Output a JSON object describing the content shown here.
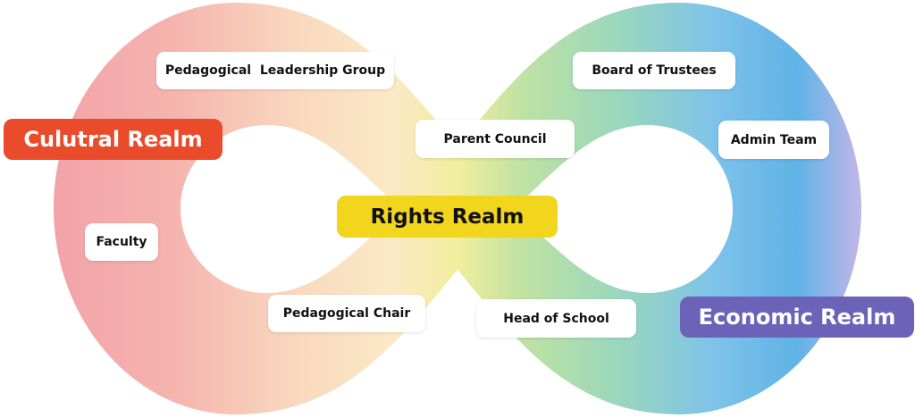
{
  "diagram": {
    "realms": {
      "cultural": {
        "label": "Culutral Realm",
        "color": "#e94b2b"
      },
      "rights": {
        "label": "Rights Realm",
        "color": "#f2d51d"
      },
      "economic": {
        "label": "Economic Realm",
        "color": "#6c63b8"
      }
    },
    "nodes": {
      "pedagogical_leadership_group": "Pedagogical  Leadership Group",
      "board_of_trustees": "Board of Trustees",
      "parent_council": "Parent Council",
      "admin_team": "Admin Team",
      "faculty": "Faculty",
      "pedagogical_chair": "Pedagogical Chair",
      "head_of_school": "Head of School"
    },
    "background_gradient": [
      "#f2a3a8",
      "#f7c9b6",
      "#fbe7c4",
      "#f4ee9c",
      "#b8e0a0",
      "#8fd3c4",
      "#86c7ea",
      "#5cb2e6",
      "#b7b4e6"
    ]
  }
}
